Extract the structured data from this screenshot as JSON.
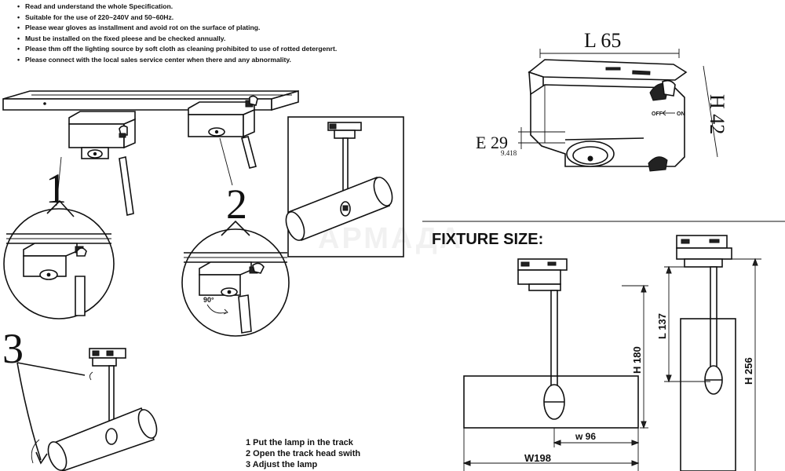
{
  "instructions": {
    "notes": [
      "Read and understand the whole Specification.",
      "Suitable for the use of 220~240V and 50~60Hz.",
      "Please wear gloves as installment and avoid rot on the surface of plating.",
      "Must be installed on the fixed pleese and be checked annually.",
      "Please thm off the lighting source by soft cloth as cleaning prohibited to use of rotted detergenrt.",
      "Please connect with the local sales service center when there and any abnormality."
    ],
    "steps": [
      "1 Put the lamp in the track",
      "2 Open the track head swith",
      "3 Adjust the lamp"
    ],
    "step_numbers": [
      "1",
      "2",
      "3"
    ],
    "rotation_label": "90°"
  },
  "watermark": "АРМАДА",
  "adapter_detail": {
    "length_label": "L 65",
    "height_label": "H 42",
    "e_label": "E 29",
    "sub_label": "9.418",
    "switch_off": "OFF",
    "switch_on": "ON"
  },
  "fixture_size": {
    "title": "FIXTURE SIZE:",
    "front": {
      "height_label": "H 180",
      "width_label": "W198",
      "head_label": "w 96"
    },
    "side": {
      "length_label": "L 137",
      "height_label": "H 256"
    }
  }
}
